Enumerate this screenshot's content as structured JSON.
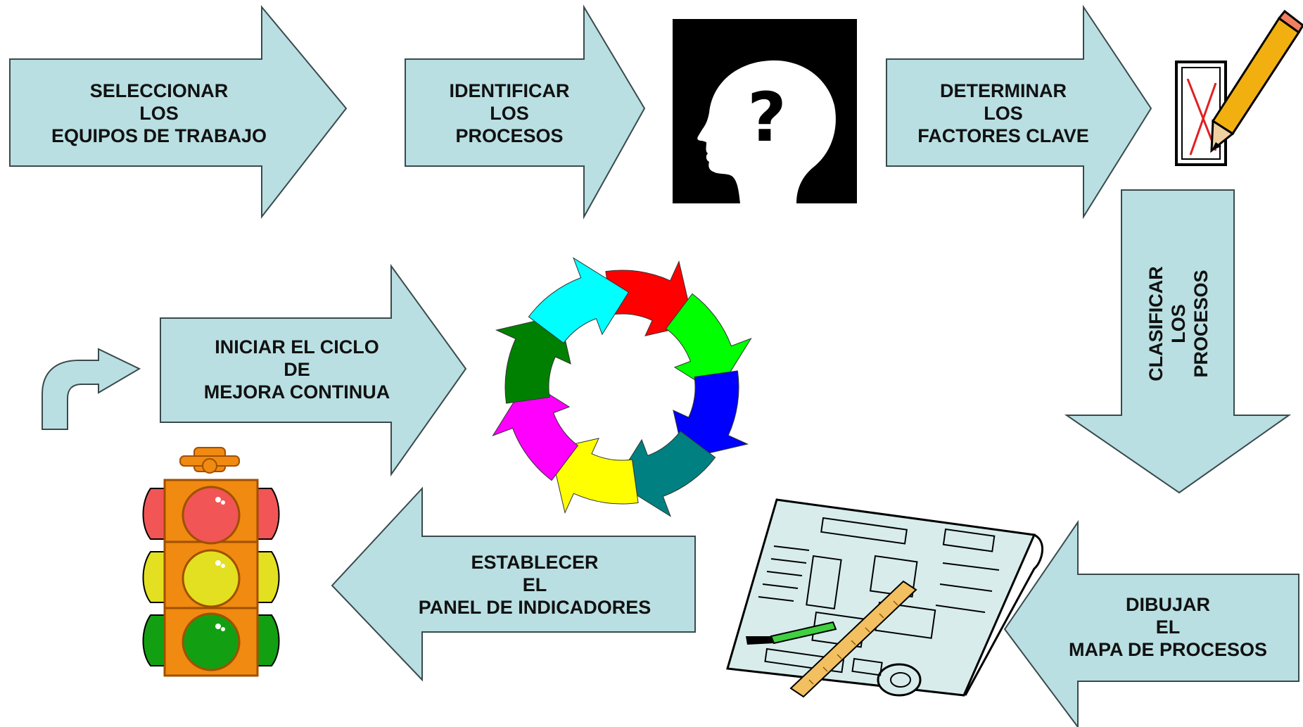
{
  "colors": {
    "arrow_fill": "#b9dfe2",
    "arrow_stroke": "#3a4a4c",
    "text": "#111111"
  },
  "steps": {
    "step1": {
      "lines": [
        "SELECCIONAR",
        "LOS",
        "EQUIPOS DE TRABAJO"
      ]
    },
    "step2": {
      "lines": [
        "IDENTIFICAR",
        "LOS",
        "PROCESOS"
      ]
    },
    "step3": {
      "lines": [
        "DETERMINAR",
        "LOS",
        "FACTORES CLAVE"
      ]
    },
    "step4": {
      "lines": [
        "CLASIFICAR",
        "LOS",
        "PROCESOS"
      ]
    },
    "step5": {
      "lines": [
        "DIBUJAR",
        "EL",
        "MAPA DE PROCESOS"
      ]
    },
    "step6": {
      "lines": [
        "ESTABLECER",
        "EL",
        "PANEL DE INDICADORES"
      ]
    },
    "step7": {
      "lines": [
        "INICIAR EL CICLO",
        "DE",
        "MEJORA CONTINUA"
      ]
    }
  },
  "illustrations": {
    "thinking_head": {
      "icon": "question-head-icon",
      "glyph": "?"
    },
    "checklist": {
      "icon": "checklist-pencil-icon"
    },
    "blueprint": {
      "icon": "blueprint-ruler-icon"
    },
    "cycle": {
      "icon": "continuous-improvement-cycle-icon",
      "segment_colors": [
        "#ff0000",
        "#00ff00",
        "#0000ff",
        "#008080",
        "#ffff00",
        "#ff00ff",
        "#008000",
        "#00ffff"
      ]
    },
    "traffic_light": {
      "icon": "traffic-light-icon",
      "lamp_colors": [
        "#f25555",
        "#e2e020",
        "#12a012"
      ]
    },
    "return_arrow": {
      "icon": "curved-return-arrow-icon"
    }
  }
}
